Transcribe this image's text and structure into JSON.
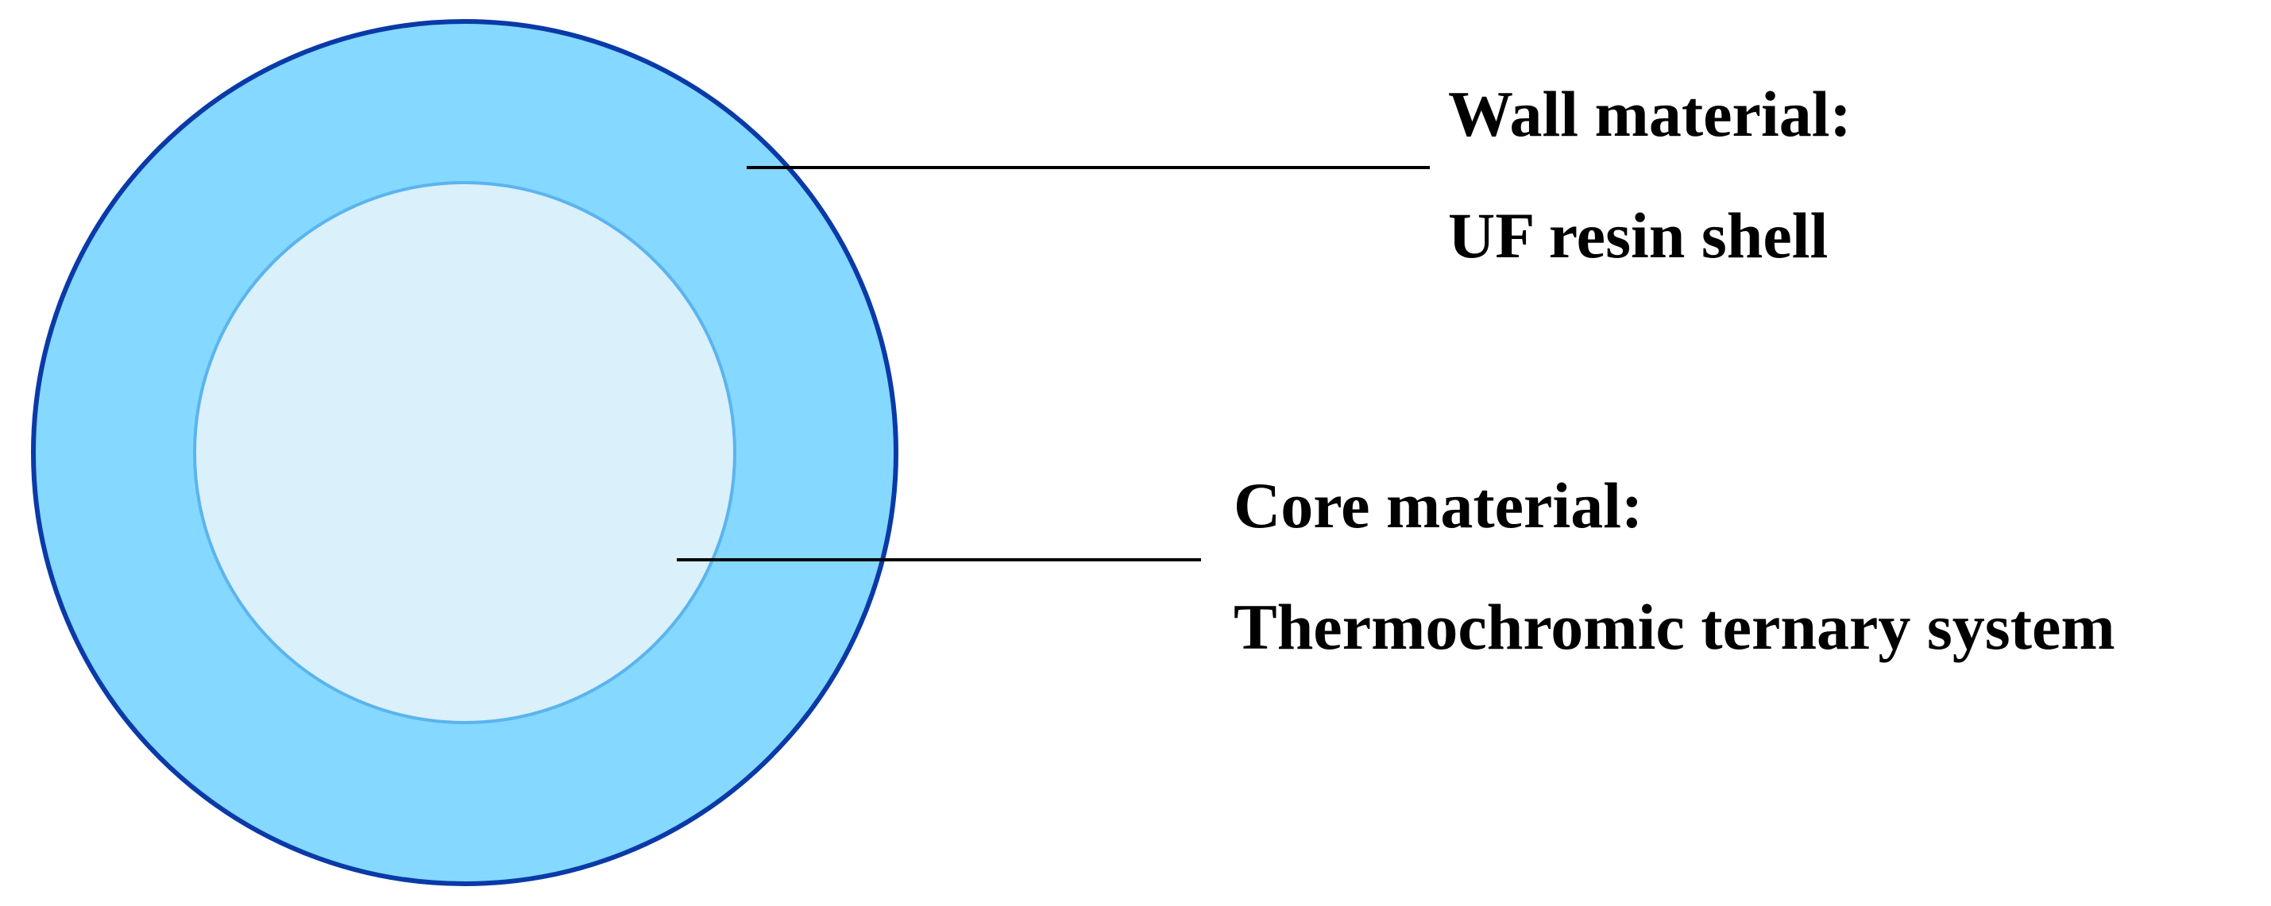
{
  "colors": {
    "shell_fill": "#85d8ff",
    "shell_outline": "#0a3aa8",
    "core_fill": "#daf0fb",
    "core_outline": "#5ab4ee",
    "leader": "#000000"
  },
  "wall": {
    "title": "Wall material:",
    "description": "UF resin shell"
  },
  "core": {
    "title": "Core material:",
    "description": "Thermochromic ternary system"
  }
}
